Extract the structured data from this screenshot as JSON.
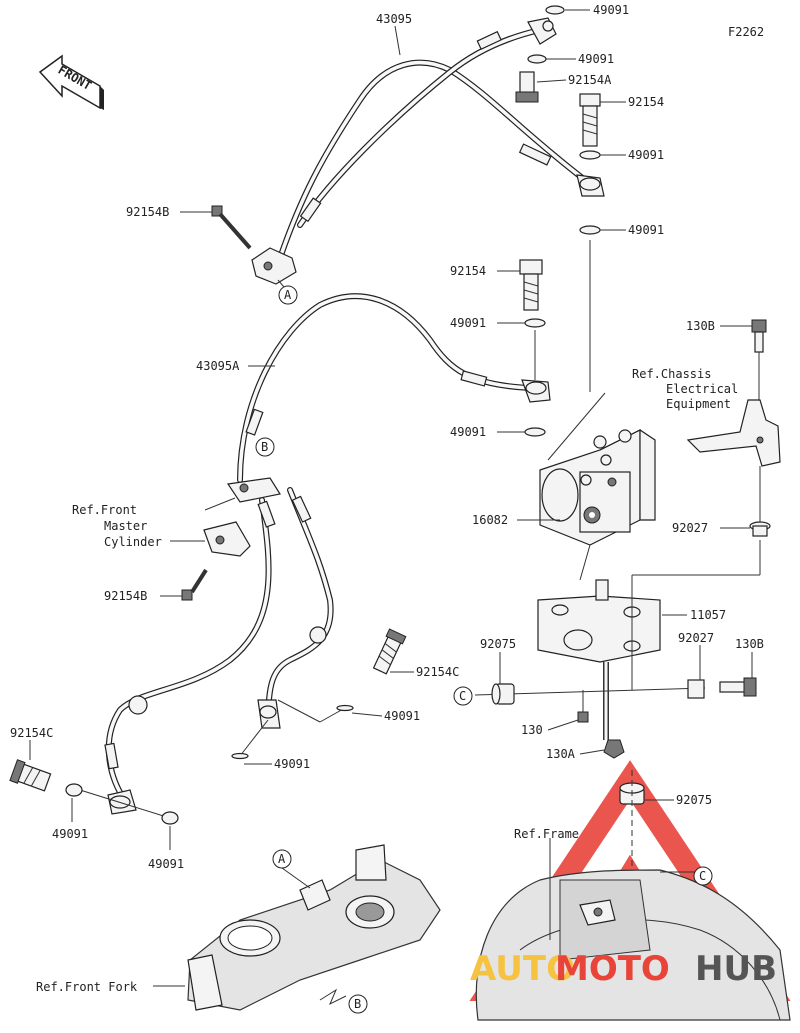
{
  "diagram_id": "F2262",
  "direction_label": "FRONT",
  "watermark": {
    "part1": "AUTO",
    "part2": "MOTO",
    "part3": "HUB",
    "colors": {
      "red": "#e8443a",
      "yellow": "#f5c242",
      "gray": "#555555"
    }
  },
  "callouts": {
    "A": "A",
    "B": "B",
    "C": "C"
  },
  "labels": {
    "l43095": "43095",
    "l43095A": "43095A",
    "l16082": "16082",
    "l11057": "11057",
    "l92154_1": "92154",
    "l92154_2": "92154",
    "l92154A": "92154A",
    "l92154B_1": "92154B",
    "l92154B_2": "92154B",
    "l92154C_1": "92154C",
    "l92154C_2": "92154C",
    "l49091_1": "49091",
    "l49091_2": "49091",
    "l49091_3": "49091",
    "l49091_4": "49091",
    "l49091_5": "49091",
    "l49091_6": "49091",
    "l49091_7": "49091",
    "l49091_8": "49091",
    "l49091_9": "49091",
    "l49091_10": "49091",
    "l130B_1": "130B",
    "l130B_2": "130B",
    "l92027_1": "92027",
    "l92027_2": "92027",
    "l92075_1": "92075",
    "l92075_2": "92075",
    "l130": "130",
    "l130A": "130A"
  },
  "references": {
    "chassis": [
      "Ref.Chassis",
      "Electrical",
      "Equipment"
    ],
    "master_cylinder": [
      "Ref.Front",
      "Master",
      "Cylinder"
    ],
    "frame": "Ref.Frame",
    "front_fork": "Ref.Front Fork"
  }
}
